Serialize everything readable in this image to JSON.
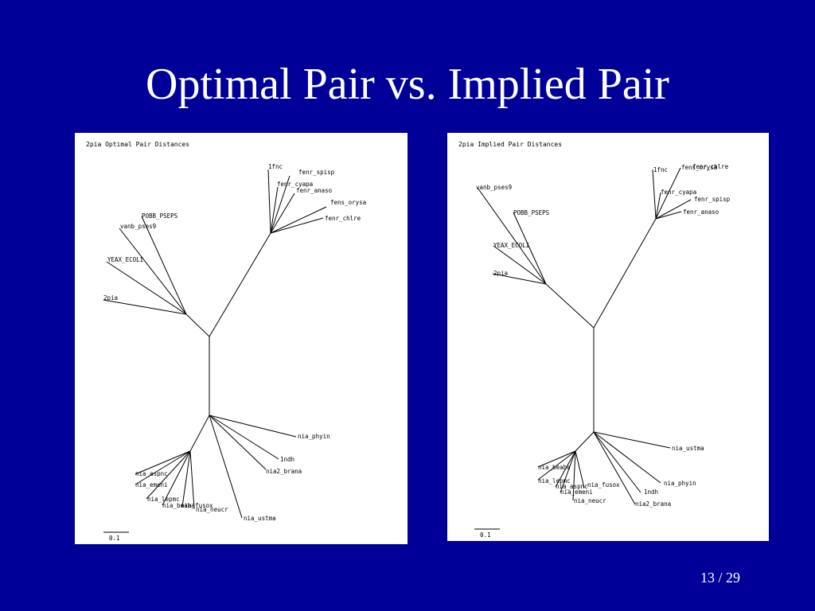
{
  "slide": {
    "title": "Optimal Pair vs. Implied Pair",
    "page_number": "13 / 29"
  },
  "left_tree": {
    "title": "2pia Optimal Pair Distances",
    "scale_label": "0.1",
    "leaves": {
      "lfnc": "1fnc",
      "fenr_spisp": "fenr_spisp",
      "fenr_cyapa": "fenr_cyapa",
      "fenr_anaso": "fenr_anaso",
      "fens_orysa": "fens_orysa",
      "fenr_chlre": "fenr_chlre",
      "pobb_pseps": "POBB_PSEPS",
      "vanb_pses9": "vanb_pses9",
      "yeax_ecoli": "YEAX_ECOLI",
      "pia2": "2pia",
      "nia_phyin": "nia_phyin",
      "lndh": "1ndh",
      "nia2_brana": "nia2_brana",
      "nia_ustma": "nia_ustma",
      "nia_aspnc": "nia_aspnc",
      "nia_emeni": "nia_emeni",
      "nia_lepmc": "nia_lepmc",
      "nia_beaba": "nia_beaba",
      "nia_fusox": "nia_fusox",
      "nia_neucr": "nia_neucr"
    }
  },
  "right_tree": {
    "title": "2pia Implied Pair Distances",
    "scale_label": "0.1",
    "leaves": {
      "lfnc": "1fnc",
      "fenr_chlre": "fenr_chlre",
      "fens_orysa": "fens_orysa",
      "fenr_cyapa": "fenr_cyapa",
      "fenr_spisp": "fenr_spisp",
      "fenr_anaso": "fenr_anaso",
      "vanb_pses9": "vanb_pses9",
      "pobb_pseps": "POBB_PSEPS",
      "yeax_ecoli": "YEAX_ECOLI",
      "pia2": "2pia",
      "nia_ustma": "nia_ustma",
      "nia_beaba": "nia_beaba",
      "nia_lepmc": "nia_lepmc",
      "nia_aspnc": "nia_aspnc",
      "nia_emeni": "nia_emeni",
      "nia_fusox": "nia_fusox",
      "nia_neucr": "nia_neucr",
      "nia_phyin": "nia_phyin",
      "lndh": "1ndh",
      "nia2_brana": "nia2_brana"
    }
  }
}
